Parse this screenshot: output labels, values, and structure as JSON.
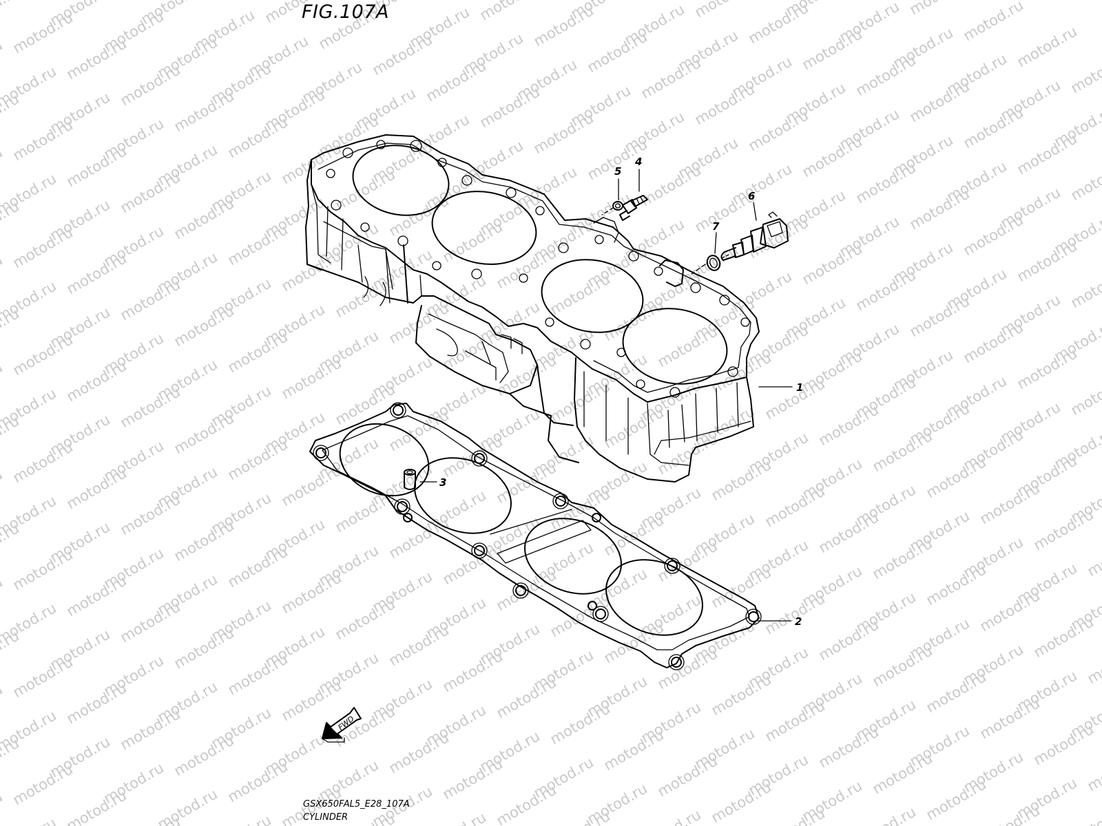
{
  "figure": {
    "title": "FIG.107A",
    "code": "GSX650FAL5_E28_107A",
    "caption": "CYLINDER"
  },
  "watermark": {
    "text": "motod.ru",
    "color": "#c9c9c9"
  },
  "direction_marker": {
    "label": "FWD",
    "icon": "forward-arrow-icon"
  },
  "parts": [
    {
      "number": "1",
      "name": "cylinder-block"
    },
    {
      "number": "2",
      "name": "cylinder-base-gasket"
    },
    {
      "number": "3",
      "name": "dowel-pin"
    },
    {
      "number": "4",
      "name": "union-fitting"
    },
    {
      "number": "5",
      "name": "union-washer"
    },
    {
      "number": "6",
      "name": "temperature-sensor"
    },
    {
      "number": "7",
      "name": "sensor-gasket"
    }
  ]
}
